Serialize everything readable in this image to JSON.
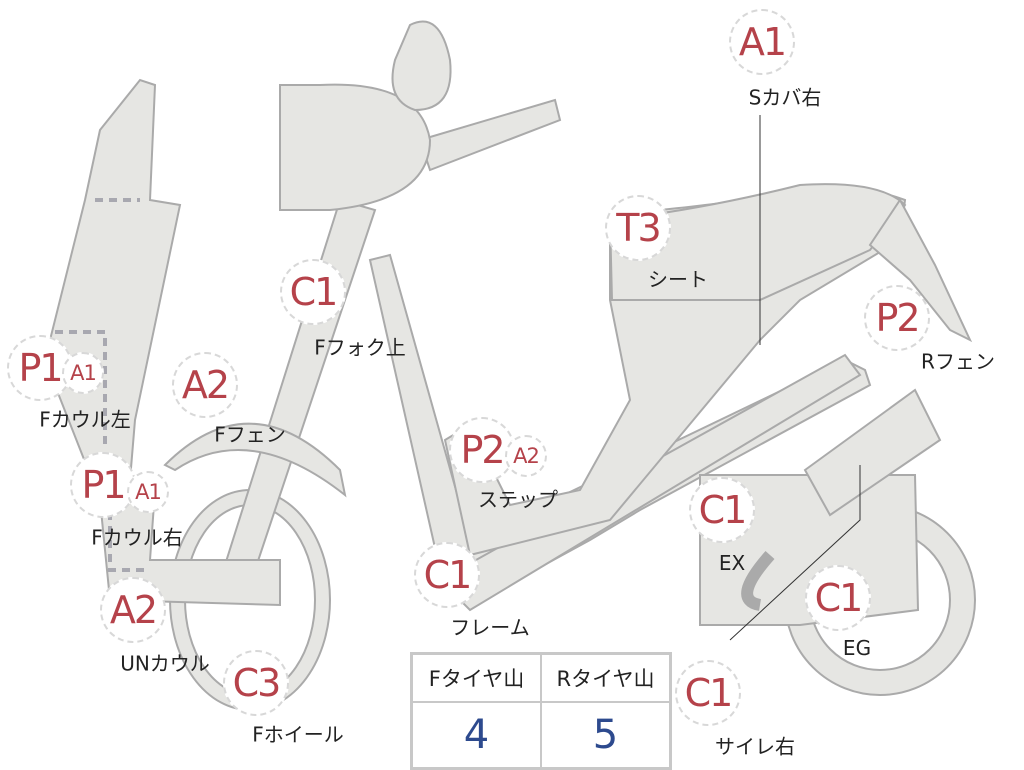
{
  "parts": [
    {
      "id": "s-cover-right",
      "grades": [
        "A1"
      ],
      "label": "Sカバ右"
    },
    {
      "id": "seat",
      "grades": [
        "T3"
      ],
      "label": "シート"
    },
    {
      "id": "f-fork-upper",
      "grades": [
        "C1"
      ],
      "label": "Fフォク上"
    },
    {
      "id": "f-cowl-left",
      "grades": [
        "P1",
        "A1"
      ],
      "label": "Fカウル左"
    },
    {
      "id": "f-fender",
      "grades": [
        "A2"
      ],
      "label": "Fフェン"
    },
    {
      "id": "r-fender",
      "grades": [
        "P2"
      ],
      "label": "Rフェン"
    },
    {
      "id": "step",
      "grades": [
        "P2",
        "A2"
      ],
      "label": "ステップ"
    },
    {
      "id": "f-cowl-right",
      "grades": [
        "P1",
        "A1"
      ],
      "label": "Fカウル右"
    },
    {
      "id": "exhaust",
      "grades": [
        "C1"
      ],
      "label": "EX"
    },
    {
      "id": "frame",
      "grades": [
        "C1"
      ],
      "label": "フレーム"
    },
    {
      "id": "under-cowl",
      "grades": [
        "A2"
      ],
      "label": "UNカウル"
    },
    {
      "id": "engine",
      "grades": [
        "C1"
      ],
      "label": "EG"
    },
    {
      "id": "f-wheel",
      "grades": [
        "C3"
      ],
      "label": "Fホイール"
    },
    {
      "id": "muffler-right",
      "grades": [
        "C1"
      ],
      "label": "サイレ右"
    }
  ],
  "tire_table": {
    "headers": [
      "Fタイヤ山",
      "Rタイヤ山"
    ],
    "values": [
      "4",
      "5"
    ]
  },
  "colors": {
    "grade_text": "#b5424a",
    "value_text": "#2d4a8e",
    "body_fill": "#e6e6e3"
  }
}
